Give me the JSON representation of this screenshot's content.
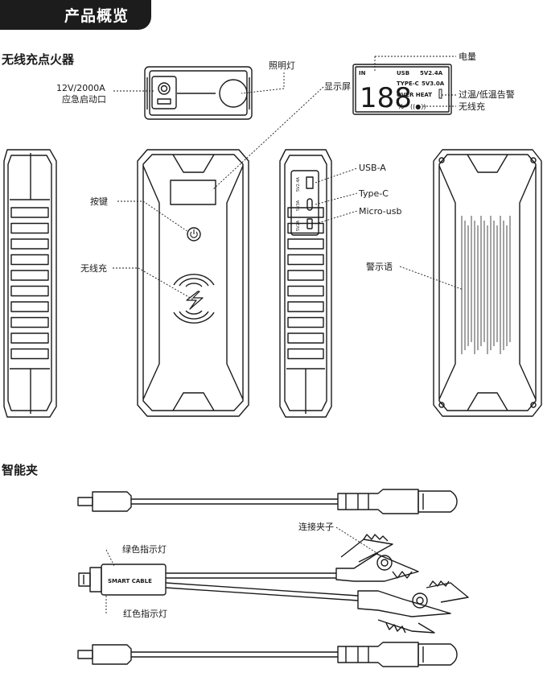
{
  "header": {
    "title": "产品概览"
  },
  "sections": {
    "jump_starter": "无线充点火器",
    "smart_clip": "智能夹"
  },
  "labels": {
    "jump_start_port_line1": "12V/2000A",
    "jump_start_port_line2": "应急启动口",
    "lighting": "照明灯",
    "display": "显示屏",
    "battery": "电量",
    "temp_warning": "过温/低温告警",
    "wireless_display": "无线充",
    "usb_a": "USB-A",
    "type_c": "Type-C",
    "micro_usb": "Micro-usb",
    "button": "按键",
    "wireless_front": "无线充",
    "warning_text": "警示语",
    "clamp": "连接夹子",
    "green_led": "绿色指示灯",
    "red_led": "红色指示灯"
  },
  "lcd": {
    "in": "IN",
    "digits": "188",
    "usb": "USB",
    "usb_spec": "5V2.4A",
    "typec": "TYPE-C",
    "typec_spec": "5V3.0A",
    "overheat": "OVER HEAT",
    "percent": "%"
  },
  "side_ports": {
    "p1": "5V2.4A",
    "p2": "5V3A",
    "p3": "5V2A"
  },
  "cable": {
    "box_label": "SMART CABLE"
  }
}
